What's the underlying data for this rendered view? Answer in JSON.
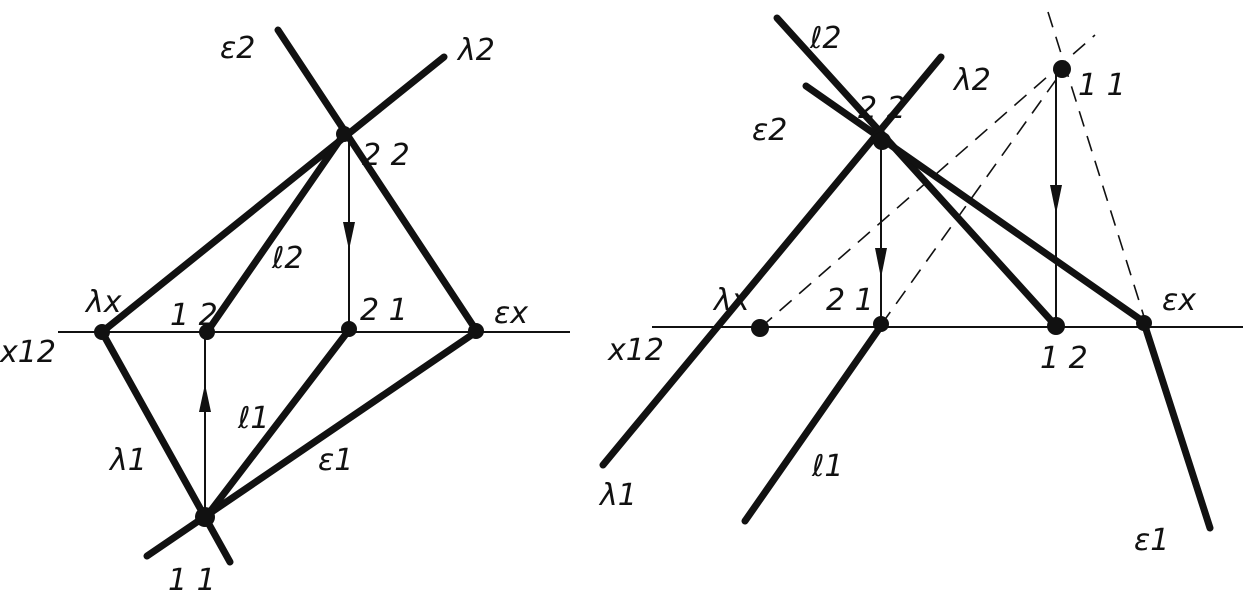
{
  "left_figure": {
    "labels": {
      "epsilon2": "ε2",
      "lambda2": "λ2",
      "p22": "2 2",
      "lambdax": "λx",
      "p12": "1 2",
      "l2": "ℓ2",
      "p21": "2 1",
      "epsilonx": "εx",
      "x12": "x12",
      "lambda1": "λ1",
      "l1": "ℓ1",
      "epsilon1": "ε1",
      "p11": "1 1"
    }
  },
  "right_figure": {
    "labels": {
      "l2": "ℓ2",
      "lambda2": "λ2",
      "p11": "1 1",
      "p22": "2 2",
      "epsilon2": "ε2",
      "lambdax": "λx",
      "p21": "2 1",
      "epsilonx": "εx",
      "x12": "x12",
      "p12": "1 2",
      "lambda1": "λ1",
      "l1": "ℓ1",
      "epsilon1": "ε1"
    }
  },
  "colors": {
    "ink": "#111111",
    "background": "#ffffff"
  }
}
